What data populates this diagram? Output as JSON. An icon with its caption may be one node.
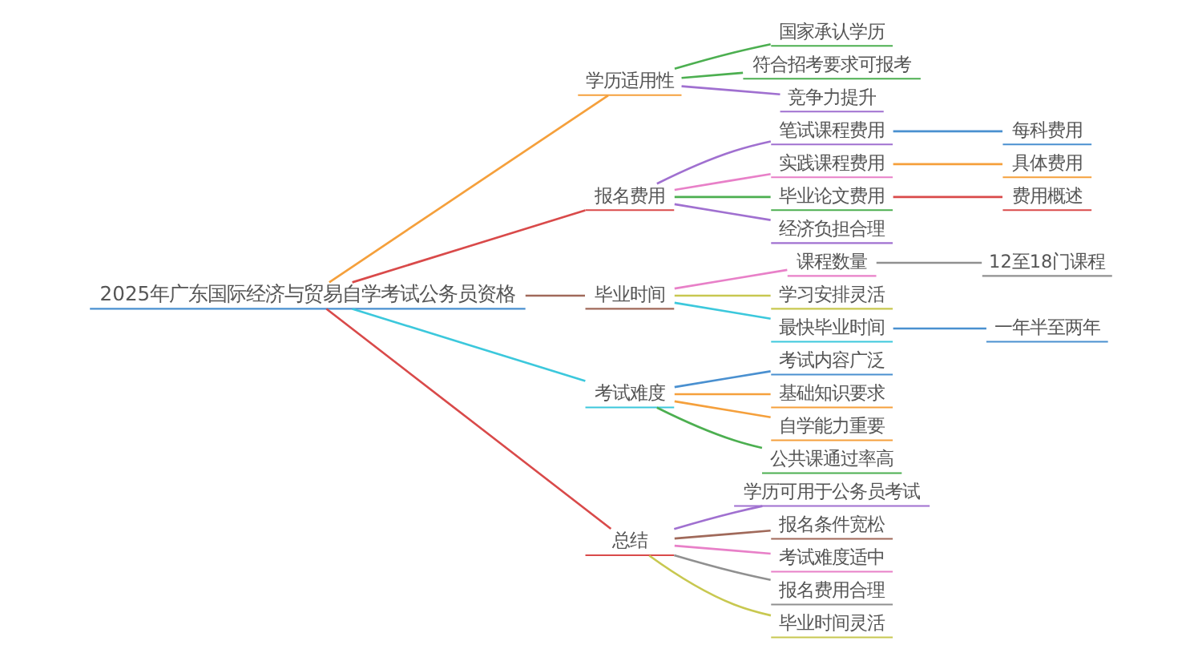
{
  "diagram": {
    "nodes": [
      {
        "text": [
          "2025年广东国际经济与贸易自学考试公务员资格"
        ]
      },
      {
        "text": [
          "学历适用性"
        ]
      },
      {
        "text": [
          "国家承认学历"
        ]
      },
      {
        "text": [
          "符合招考要求可报考"
        ]
      },
      {
        "text": [
          "竞争力提升"
        ]
      },
      {
        "text": [
          "报名费用"
        ]
      },
      {
        "text": [
          "笔试课程费用"
        ]
      },
      {
        "text": [
          "每科费用"
        ]
      },
      {
        "text": [
          "实践课程费用"
        ]
      },
      {
        "text": [
          "具体费用"
        ]
      },
      {
        "text": [
          "毕业论文费用"
        ]
      },
      {
        "text": [
          "费用概述"
        ]
      },
      {
        "text": [
          "经济负担合理"
        ]
      },
      {
        "text": [
          "毕业时间"
        ]
      },
      {
        "text": [
          "课程数量"
        ]
      },
      {
        "text": [
          "12至18门课程"
        ]
      },
      {
        "text": [
          "学习安排灵活"
        ]
      },
      {
        "text": [
          "最快毕业时间"
        ]
      },
      {
        "text": [
          "一年半至两年"
        ]
      },
      {
        "text": [
          "考试难度"
        ]
      },
      {
        "text": [
          "考试内容广泛"
        ]
      },
      {
        "text": [
          "基础知识要求"
        ]
      },
      {
        "text": [
          "自学能力重要"
        ]
      },
      {
        "text": [
          "公共课通过率高"
        ]
      },
      {
        "text": [
          "总结"
        ]
      },
      {
        "text": [
          "学历可用于公务员考试"
        ]
      },
      {
        "text": [
          "报名条件宽松"
        ]
      },
      {
        "text": [
          "考试难度适中"
        ]
      },
      {
        "text": [
          "报名费用合理"
        ]
      },
      {
        "text": [
          "毕业时间灵活"
        ]
      }
    ],
    "edges": [
      {
        "from": 0,
        "to": 1,
        "arrow": "none",
        "color": "#f5a03c"
      },
      {
        "from": 1,
        "to": 2,
        "arrow": "none",
        "color": "#4caf50"
      },
      {
        "from": 1,
        "to": 3,
        "arrow": "none",
        "color": "#4caf50"
      },
      {
        "from": 1,
        "to": 4,
        "arrow": "none",
        "color": "#a070d0"
      },
      {
        "from": 0,
        "to": 5,
        "arrow": "none",
        "color": "#d94a4a"
      },
      {
        "from": 5,
        "to": 6,
        "arrow": "none",
        "color": "#a070d0"
      },
      {
        "from": 6,
        "to": 7,
        "arrow": "none",
        "color": "#4a90d0"
      },
      {
        "from": 5,
        "to": 8,
        "arrow": "none",
        "color": "#e880c8"
      },
      {
        "from": 8,
        "to": 9,
        "arrow": "none",
        "color": "#f5a03c"
      },
      {
        "from": 5,
        "to": 10,
        "arrow": "none",
        "color": "#4caf50"
      },
      {
        "from": 10,
        "to": 11,
        "arrow": "none",
        "color": "#d94a4a"
      },
      {
        "from": 5,
        "to": 12,
        "arrow": "none",
        "color": "#a070d0"
      },
      {
        "from": 0,
        "to": 13,
        "arrow": "none",
        "color": "#a0695a"
      },
      {
        "from": 13,
        "to": 14,
        "arrow": "none",
        "color": "#e880c8"
      },
      {
        "from": 14,
        "to": 15,
        "arrow": "none",
        "color": "#909090"
      },
      {
        "from": 13,
        "to": 16,
        "arrow": "none",
        "color": "#c8c850"
      },
      {
        "from": 13,
        "to": 17,
        "arrow": "none",
        "color": "#3cc8dc"
      },
      {
        "from": 17,
        "to": 18,
        "arrow": "none",
        "color": "#4a90d0"
      },
      {
        "from": 0,
        "to": 19,
        "arrow": "none",
        "color": "#3cc8dc"
      },
      {
        "from": 19,
        "to": 20,
        "arrow": "none",
        "color": "#4a90d0"
      },
      {
        "from": 19,
        "to": 21,
        "arrow": "none",
        "color": "#f5a03c"
      },
      {
        "from": 19,
        "to": 22,
        "arrow": "none",
        "color": "#f5a03c"
      },
      {
        "from": 19,
        "to": 23,
        "arrow": "none",
        "color": "#4caf50"
      },
      {
        "from": 0,
        "to": 24,
        "arrow": "none",
        "color": "#d94a4a"
      },
      {
        "from": 24,
        "to": 25,
        "arrow": "none",
        "color": "#a070d0"
      },
      {
        "from": 24,
        "to": 26,
        "arrow": "none",
        "color": "#a0695a"
      },
      {
        "from": 24,
        "to": 27,
        "arrow": "none",
        "color": "#e880c8"
      },
      {
        "from": 24,
        "to": 28,
        "arrow": "none",
        "color": "#909090"
      },
      {
        "from": 24,
        "to": 29,
        "arrow": "none",
        "color": "#c8c850"
      }
    ]
  }
}
